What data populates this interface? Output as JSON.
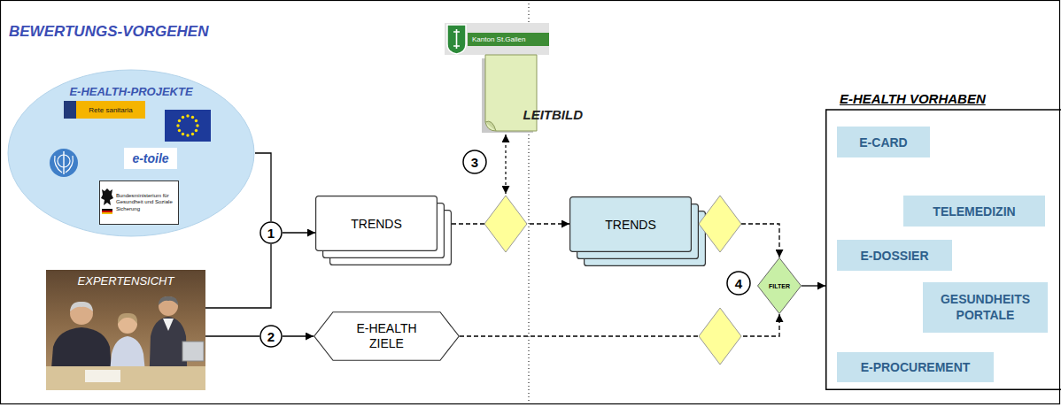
{
  "diagram": {
    "title": "BEWERTUNGS-VORGEHEN",
    "nodes": [
      {
        "text": [
          "E-HEALTH-PROJEKTE"
        ]
      },
      {
        "text": [
          "Rete sanitaria"
        ],
        "in": 0
      },
      {
        "text": [
          "e-toile"
        ],
        "in": 0
      },
      {
        "text": [
          "Bundesministerium für Gesundheit und Soziale Sicherung"
        ],
        "in": 0
      },
      {
        "text": [
          "EXPERTENSICHT"
        ]
      },
      {
        "text": [
          "1"
        ]
      },
      {
        "text": [
          "2"
        ]
      },
      {
        "text": [
          "TRENDS"
        ]
      },
      {
        "text": [
          "E-HEALTH ZIELE"
        ]
      },
      {
        "text": [
          "Kanton St.Gallen"
        ]
      },
      {
        "text": [
          "LEITBILD"
        ]
      },
      {
        "text": [
          "3"
        ]
      },
      {
        "text": [
          "TRENDS"
        ]
      },
      {
        "text": [
          "4"
        ]
      },
      {
        "text": [
          "FILTER"
        ]
      },
      {
        "text": [
          "E-HEALTH VORHABEN"
        ]
      },
      {
        "text": [
          "E-CARD"
        ],
        "in": 15
      },
      {
        "text": [
          "TELEMEDIZIN"
        ],
        "in": 15
      },
      {
        "text": [
          "E-DOSSIER"
        ],
        "in": 15
      },
      {
        "text": [
          "GESUNDHEITS PORTALE"
        ],
        "in": 15
      },
      {
        "text": [
          "E-PROCUREMENT"
        ],
        "in": 15
      }
    ],
    "edges": [
      {
        "from": 0,
        "to": 5,
        "arrow": "none"
      },
      {
        "from": 4,
        "to": 5,
        "arrow": "none"
      },
      {
        "from": 5,
        "to": 7,
        "arrow": "to"
      },
      {
        "from": 4,
        "to": 6,
        "arrow": "none"
      },
      {
        "from": 6,
        "to": 8,
        "arrow": "to"
      },
      {
        "from": 7,
        "to": 12,
        "arrow": "to"
      },
      {
        "from": 12,
        "to": 14,
        "arrow": "to"
      },
      {
        "from": 8,
        "to": 14,
        "arrow": "to"
      },
      {
        "from": 14,
        "to": 15,
        "arrow": "to"
      }
    ]
  }
}
